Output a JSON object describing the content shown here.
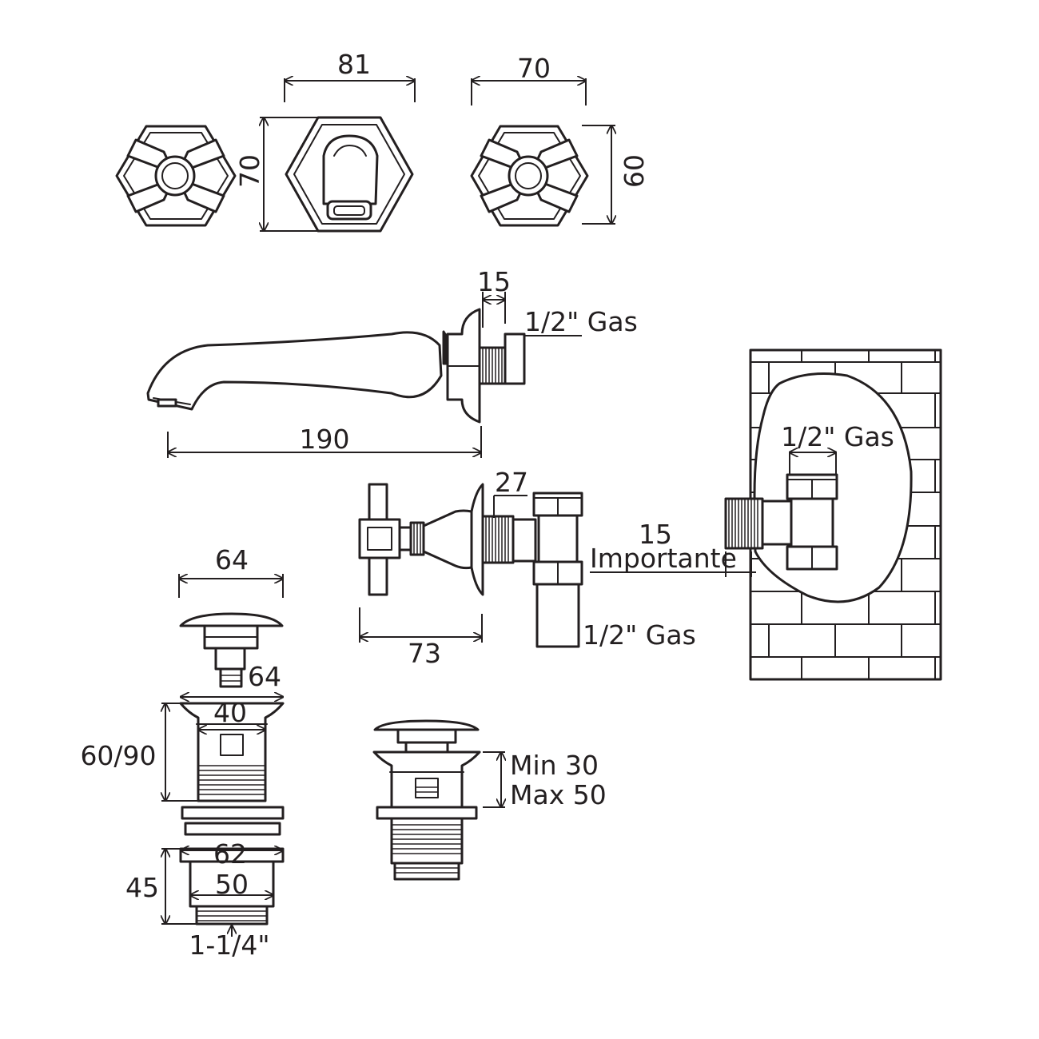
{
  "dimensions": {
    "top_left_width": "81",
    "top_right_width": "70",
    "top_height_left": "70",
    "top_height_right": "60",
    "spout_flange": "15",
    "spout_length": "190",
    "valve_flange": "27",
    "valve_depth": "73",
    "wall_depth": "15",
    "waste_cap_width": "64",
    "waste_stem": "64",
    "waste_inner": "40",
    "waste_height": "60/90",
    "waste_flange": "62",
    "waste_thread": "50",
    "waste_lower_height": "45",
    "waste_pipe": "1-1/4\"",
    "adjust_min": "Min 30",
    "adjust_max": "Max 50"
  },
  "notes": {
    "gas_spout": "1/2\" Gas",
    "gas_wall": "1/2\" Gas",
    "gas_valve": "1/2\" Gas",
    "importante": "Importante"
  },
  "colors": {
    "line": "#231f20",
    "background": "#ffffff"
  }
}
